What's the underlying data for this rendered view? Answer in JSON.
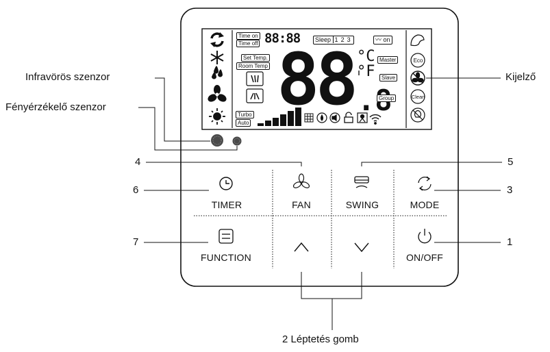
{
  "callouts": {
    "ir_sensor": "Infravörös szenzor",
    "light_sensor": "Fényérzékelő szenzor",
    "display": "Kijelző",
    "step_buttons": "2 Léptetés gomb"
  },
  "numbers": {
    "fan": "4",
    "swing": "5",
    "timer": "6",
    "mode": "3",
    "function": "7",
    "onoff": "1"
  },
  "buttons": {
    "timer": "TIMER",
    "fan": "FAN",
    "swing": "SWING",
    "mode": "MODE",
    "function": "FUNCTION",
    "onoff": "ON/OFF"
  },
  "lcd": {
    "time_on": "Time on",
    "time_off": "Time off",
    "clock": "88:88",
    "sleep": "Sleep",
    "sleep_levels": [
      "1",
      "2",
      "3"
    ],
    "wave_on": "on",
    "set_temp": "Set Temp.",
    "room_temp": "Room Temp",
    "big_digits": "88",
    "small_digit": "8",
    "celsius": "°C",
    "fahrenheit": "°F",
    "master": "Master",
    "slave": "Slave",
    "group": "Group",
    "turbo": "Turbo",
    "auto": "Auto",
    "eco": "Eco",
    "clean": "Clean"
  },
  "colors": {
    "line": "#111111",
    "sensor": "#555555"
  }
}
